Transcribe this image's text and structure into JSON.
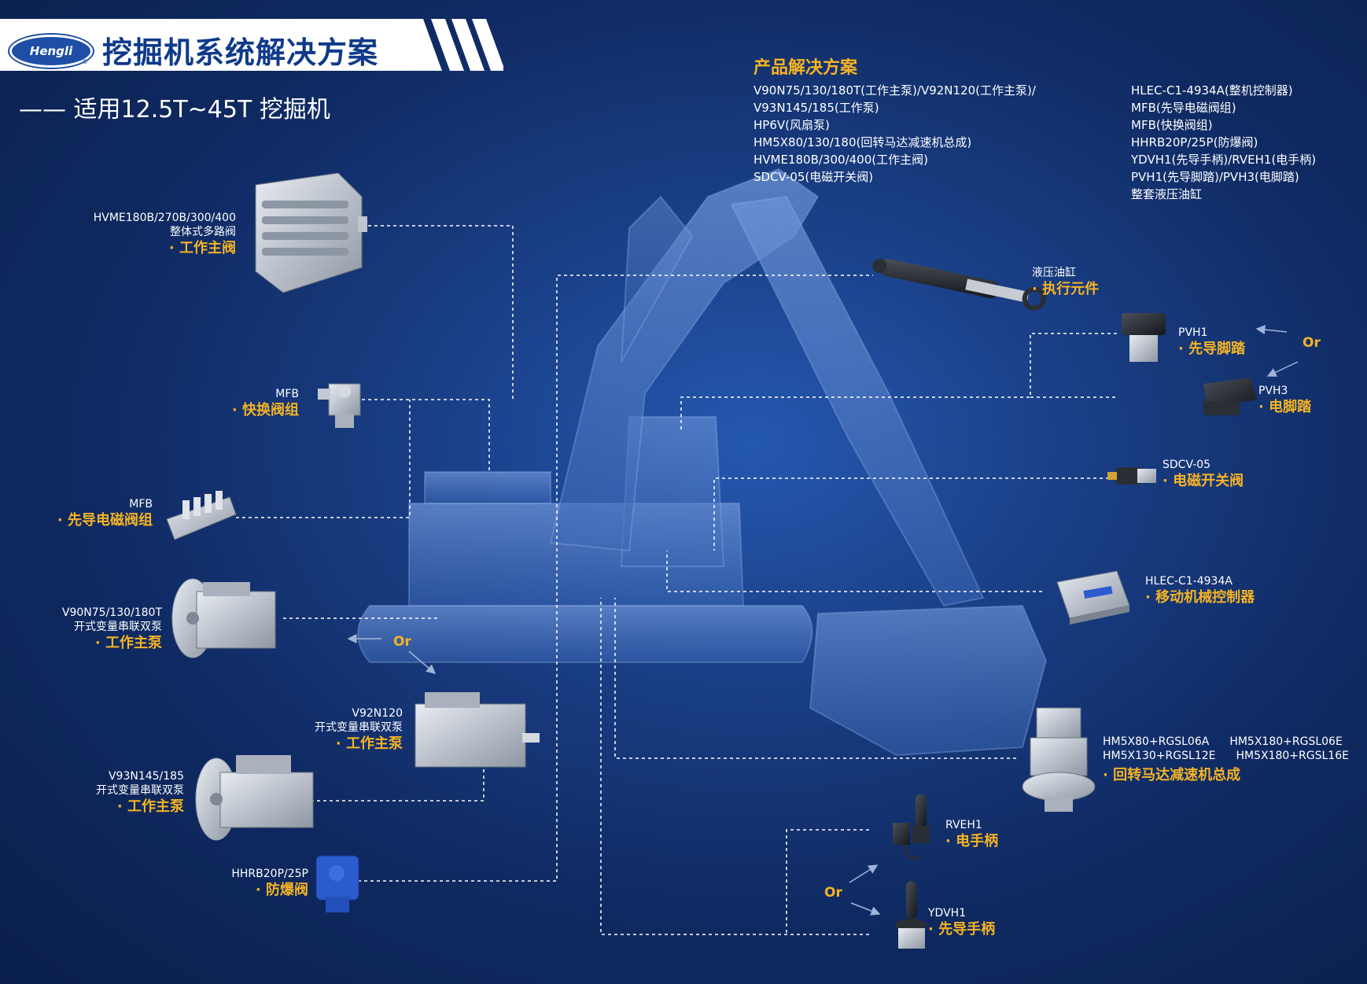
{
  "header": {
    "brand": "Hengli",
    "title": "挖掘机系统解决方案",
    "subtitle": "—— 适用12.5T~45T 挖掘机"
  },
  "solutions": {
    "title": "产品解决方案",
    "left": [
      "V90N75/130/180T(工作主泵)/V92N120(工作主泵)/",
      "V93N145/185(工作泵)",
      "HP6V(风扇泵)",
      "HM5X80/130/180(回转马达减速机总成)",
      "HVME180B/300/400(工作主阀)",
      "SDCV-05(电磁开关阀)"
    ],
    "right": [
      "HLEC-C1-4934A(整机控制器)",
      "MFB(先导电磁阀组)",
      "MFB(快换阀组)",
      "HHRB20P/25P(防爆阀)",
      "YDVH1(先导手柄)/RVEH1(电手柄)",
      "PVH1(先导脚踏)/PVH3(电脚踏)",
      "整套液压油缸"
    ]
  },
  "products": {
    "hvme": {
      "model": "HVME180B/270B/300/400",
      "desc": "整体式多路阀",
      "category": "· 工作主阀"
    },
    "mfb_quick": {
      "model": "MFB",
      "category": "· 快换阀组"
    },
    "mfb_pilot": {
      "model": "MFB",
      "category": "· 先导电磁阀组"
    },
    "v90": {
      "model": "V90N75/130/180T",
      "desc": "开式变量串联双泵",
      "category": "· 工作主泵"
    },
    "v92": {
      "model": "V92N120",
      "desc": "开式变量串联双泵",
      "category": "· 工作主泵"
    },
    "v93": {
      "model": "V93N145/185",
      "desc": "开式变量串联双泵",
      "category": "· 工作主泵"
    },
    "hhrb": {
      "model": "HHRB20P/25P",
      "category": "· 防爆阀"
    },
    "cylinder": {
      "model": "液压油缸",
      "category": "· 执行元件"
    },
    "pvh1": {
      "model": "PVH1",
      "category": "· 先导脚踏"
    },
    "pvh3": {
      "model": "PVH3",
      "category": "· 电脚踏"
    },
    "sdcv": {
      "model": "SDCV-05",
      "category": "· 电磁开关阀"
    },
    "hlec": {
      "model": "HLEC-C1-4934A",
      "category": "· 移动机械控制器"
    },
    "hm5x": {
      "models": [
        "HM5X80+RGSL06A",
        "HM5X180+RGSL06E",
        "HM5X130+RGSL12E",
        "HM5X180+RGSL16E"
      ],
      "category": "· 回转马达减速机总成"
    },
    "rveh1": {
      "model": "RVEH1",
      "category": "· 电手柄"
    },
    "ydvh1": {
      "model": "YDVH1",
      "category": "· 先导手柄"
    }
  },
  "or_label": "Or",
  "colors": {
    "accent": "#f5b324",
    "title_blue": "#0f3a8a",
    "bg_dark": "#0a1f4c",
    "bg_mid": "#1a3f86"
  }
}
